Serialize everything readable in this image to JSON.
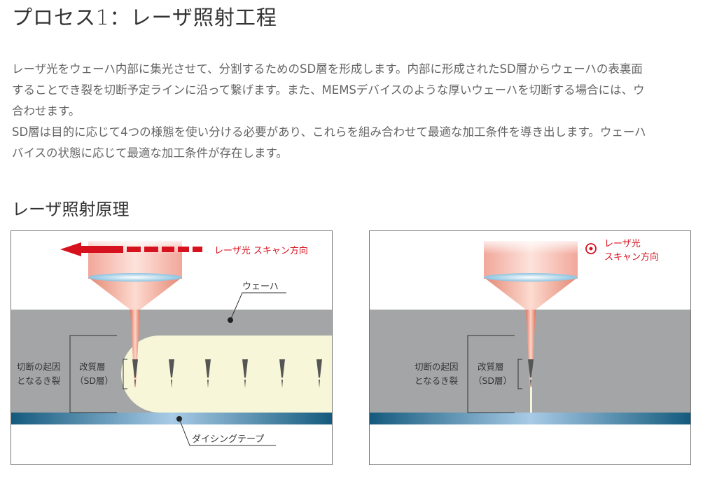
{
  "page_title": "プロセス1：レーザ照射工程",
  "paragraph_lines": [
    "レーザ光をウェーハ内部に集光させて、分割するためのSD層を形成します。内部に形成されたSD層からウェーハの表裏面",
    "することでき裂を切断予定ラインに沿って繋げます。また、MEMSデバイスのような厚いウェーハを切断する場合には、ウ",
    "合わせます。",
    "SD層は目的に応じて4つの様態を使い分ける必要があり、これらを組み合わせて最適な加工条件を導き出します。ウェーハ",
    "バイスの状態に応じて最適な加工条件が存在します。"
  ],
  "section_heading": "レーザ照射原理",
  "diagram_left": {
    "scan_label": "レーザ光 スキャン方向",
    "wafer_label": "ウェーハ",
    "crack_label_1": "切断の起因",
    "crack_label_2": "となるき裂",
    "sd_label_1": "改質層",
    "sd_label_2": "（SD層）",
    "tape_label": "ダイシングテープ"
  },
  "diagram_right": {
    "scan_label_1": "レーザ光",
    "scan_label_2": "スキャン方向",
    "crack_label_1": "切断の起因",
    "crack_label_2": "となるき裂",
    "sd_label_1": "改質層",
    "sd_label_2": "（SD層）"
  },
  "colors": {
    "laser_red": "#d7121f",
    "wafer_gray": "#a4a5a6",
    "sd_region": "#f7f6d8",
    "tape_blue": "#1f6f93"
  }
}
